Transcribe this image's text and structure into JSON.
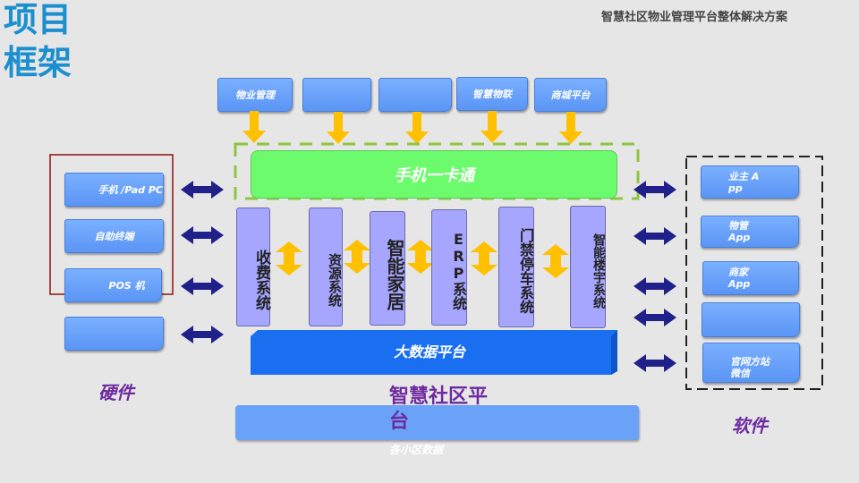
{
  "title": "项目框架",
  "header": "智慧社区物业管理平台整体解决方案",
  "top_modules": [
    "物业管理",
    "",
    "",
    "智慧物联",
    "商城平台"
  ],
  "mobile_card": "手机一卡通",
  "systems": [
    "收费系统",
    "资源系统",
    "智能家居",
    "ERP系统",
    "门禁停车系统",
    "智能楼宇系统"
  ],
  "big_data": "大数据平台",
  "platform_label": "智慧社区平台",
  "community_data": "各小区数据",
  "hardware": {
    "label": "硬件",
    "items": [
      "手机 /Pad PC",
      "自助终端",
      "POS 机",
      ""
    ]
  },
  "software": {
    "label": "软件",
    "items": [
      "业主 App",
      "物管 App",
      "商家 App",
      "",
      "官网方站 微信"
    ]
  },
  "colors": {
    "title": "#1b8fcf",
    "accent_purple": "#6e2aa0",
    "green": "#6cfb6c",
    "blue": "#1a6ff0",
    "yellow": "#ffc000",
    "navy": "#20208a"
  }
}
